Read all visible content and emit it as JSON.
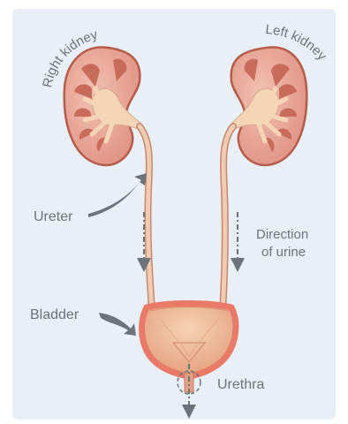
{
  "labels": {
    "right_kidney": "Right kidney",
    "left_kidney": "Left kidney",
    "ureter": "Ureter",
    "direction_line1": "Direction",
    "direction_line2": "of urine",
    "bladder": "Bladder",
    "urethra": "Urethra"
  },
  "colors": {
    "panel_background": "#e8eff6",
    "kidney_cortex": "#e7a596",
    "kidney_outline": "#b55c4b",
    "medulla": "#c96b5a",
    "pelvis": "#f4d5b6",
    "ureter": "#f0cdb2",
    "bladder_wall": "#e87a67",
    "bladder_inner": "#f0b996",
    "label_text": "#6d737a",
    "pointer_arrow": "#6d737a"
  }
}
